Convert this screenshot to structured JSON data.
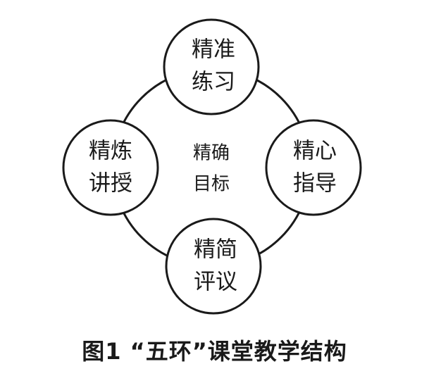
{
  "diagram": {
    "center": {
      "line1": "精确",
      "line2": "目标"
    },
    "nodes": {
      "top": {
        "line1": "精准",
        "line2": "练习"
      },
      "left": {
        "line1": "精炼",
        "line2": "讲授"
      },
      "right": {
        "line1": "精心",
        "line2": "指导"
      },
      "bottom": {
        "line1": "精简",
        "line2": "评议"
      }
    }
  },
  "caption": "图1  “五环”课堂教学结构"
}
